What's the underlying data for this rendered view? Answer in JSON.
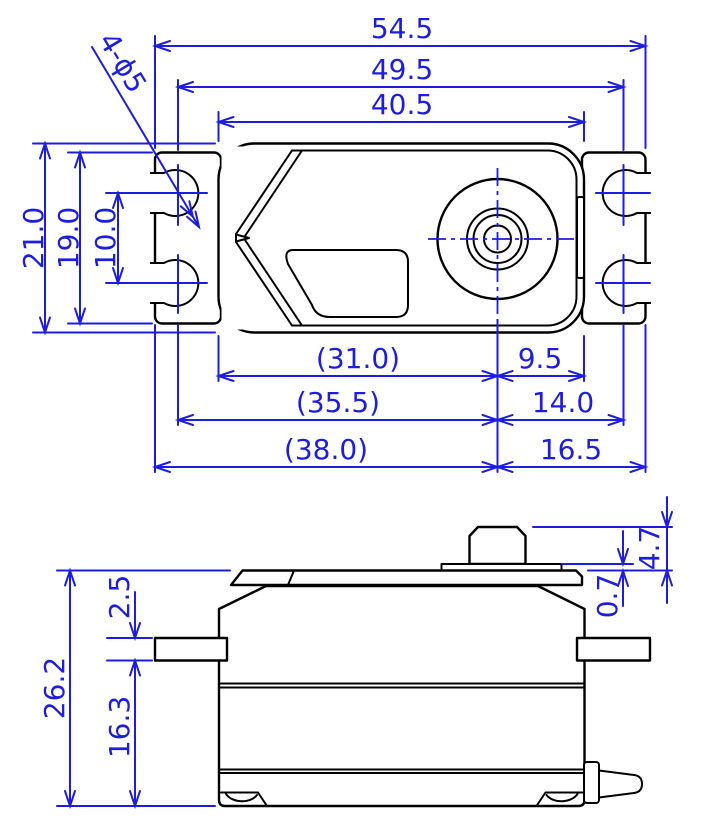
{
  "drawing": {
    "kind": "technical dimension drawing, two orthographic views of a servo case",
    "units": "mm"
  },
  "colors": {
    "dimension_blue": "#1d1de2",
    "outline_black": "#000000",
    "background": "#ffffff"
  },
  "top_view": {
    "width_overall": "54.5",
    "hole_center_span": "49.5",
    "body_width": "40.5",
    "height_overall": "21.0",
    "ear_height": "19.0",
    "hole_pitch_vertical": "10.0",
    "holes_note": "4-ϕ5",
    "shaft_to_body_left": "(31.0)",
    "shaft_to_body_right": "9.5",
    "shaft_to_holes_left": "(35.5)",
    "shaft_to_holes_right": "14.0",
    "shaft_to_edge_left": "(38.0)",
    "shaft_to_edge_right": "16.5"
  },
  "side_view": {
    "shaft_height": "4.7",
    "plate_thickness": "0.7",
    "height_overall": "26.2",
    "tab_thickness": "2.5",
    "tab_to_bottom": "16.3"
  }
}
